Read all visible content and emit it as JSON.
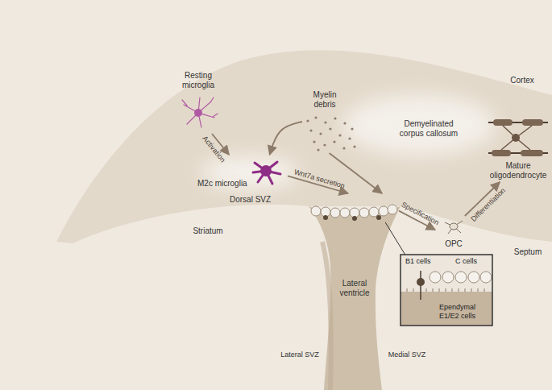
{
  "diagram": {
    "nodes": [
      {
        "text": [
          "Resting microglia"
        ]
      },
      {
        "text": [
          "Myelin debris"
        ]
      },
      {
        "text": [
          "M2c microglia"
        ]
      },
      {
        "text": [
          "Dorsal SVZ"
        ]
      },
      {
        "text": [
          "OPC"
        ]
      },
      {
        "text": [
          "Mature oligodendrocyte"
        ]
      },
      {
        "text": [
          "B1 cells",
          "C cells",
          "Ependymal E1/E2 cells"
        ]
      }
    ],
    "edges": [
      {
        "from": 0,
        "to": 2,
        "arrow": "to",
        "label": "Activation"
      },
      {
        "from": 1,
        "to": 2,
        "arrow": "to"
      },
      {
        "from": 2,
        "to": 3,
        "arrow": "to",
        "label": "Wnt7a secretion"
      },
      {
        "from": 1,
        "to": 3,
        "arrow": "to"
      },
      {
        "from": 3,
        "to": 4,
        "arrow": "to",
        "label": "Specification"
      },
      {
        "from": 4,
        "to": 5,
        "arrow": "to",
        "label": "Differentiation"
      },
      {
        "from": 3,
        "to": 6,
        "arrow": "none"
      }
    ],
    "labels": [
      "Cortex",
      "Demyelinated corpus callosum",
      "Striatum",
      "Septum",
      "Lateral ventricle",
      "Lateral SVZ",
      "Medial SVZ"
    ]
  }
}
